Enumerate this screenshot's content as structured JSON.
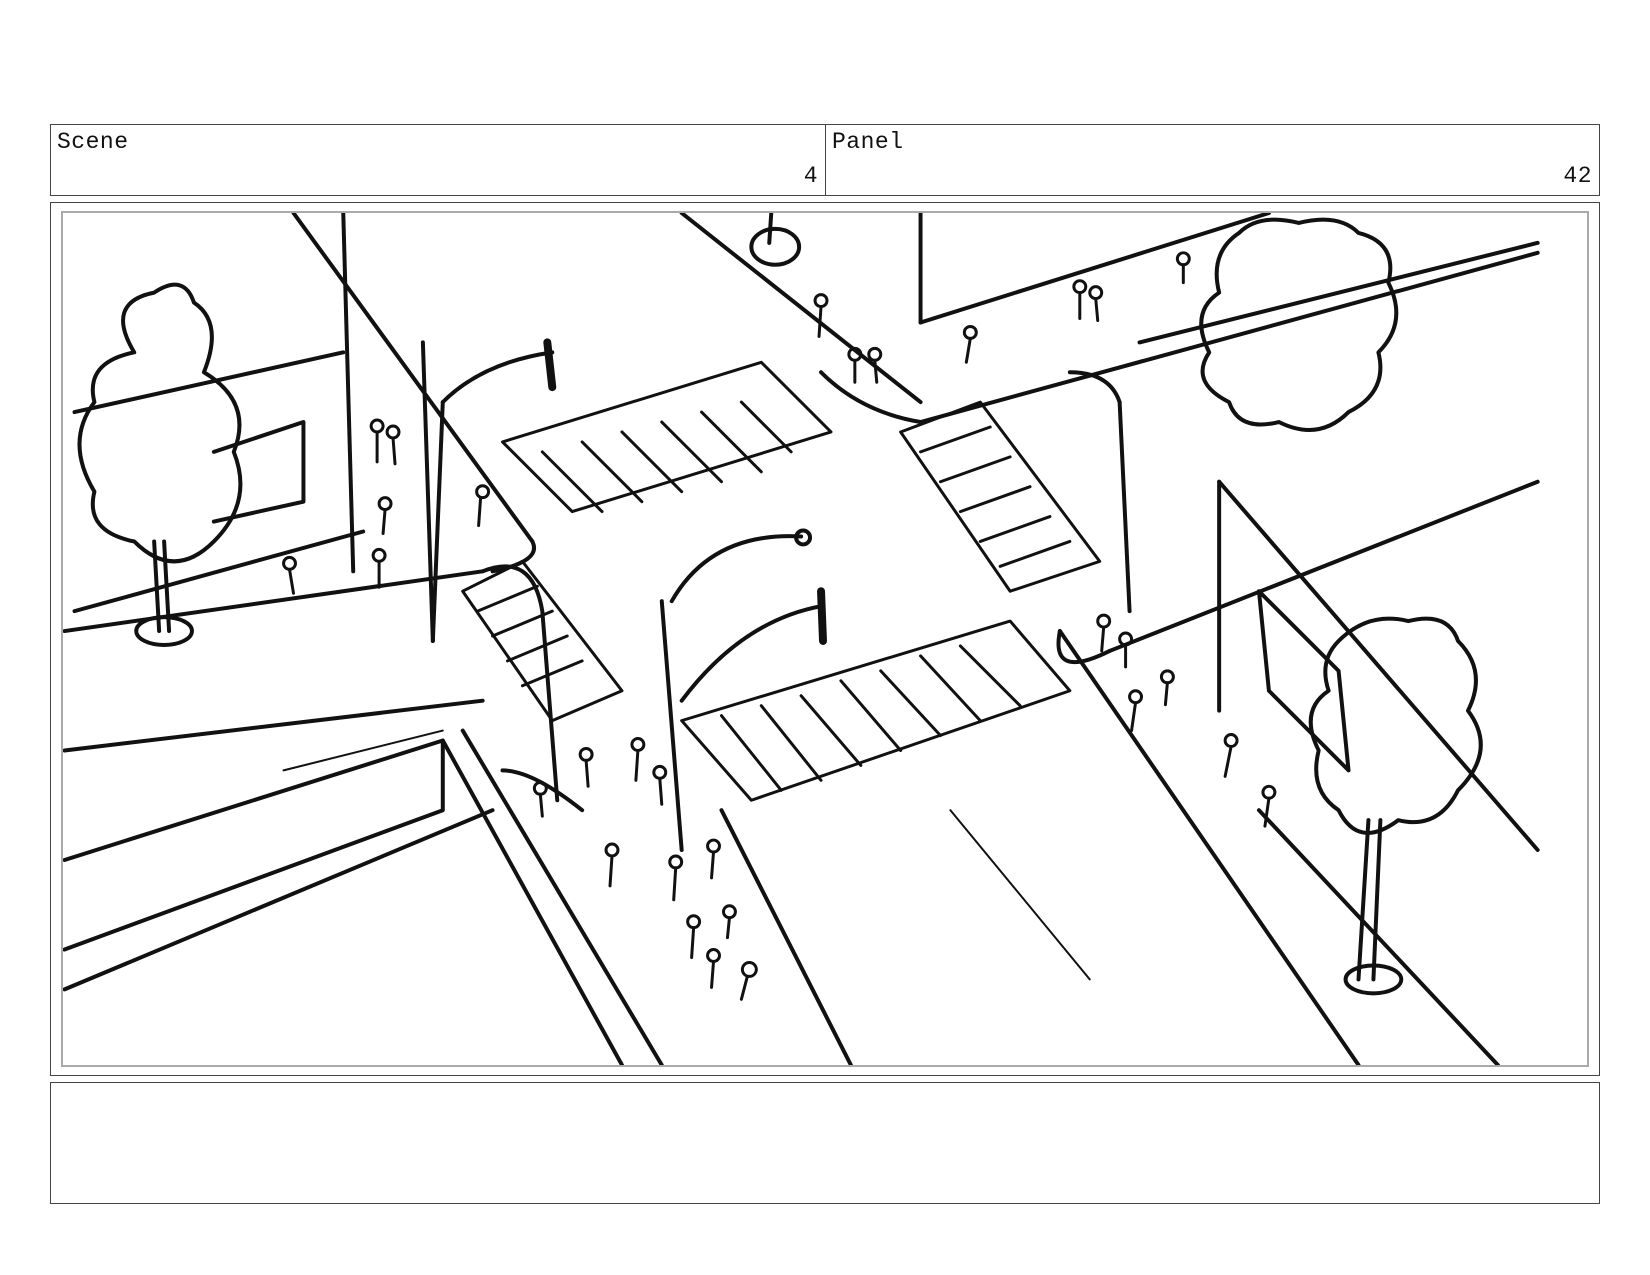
{
  "header": {
    "scene_label": "Scene",
    "scene_value": "4",
    "panel_label": "Panel",
    "panel_value": "42"
  },
  "notes": {
    "text": ""
  },
  "sketch": {
    "subject": "street-intersection-sketch",
    "stroke_color": "#111111",
    "frame_border_color": "#aaaaaa"
  }
}
